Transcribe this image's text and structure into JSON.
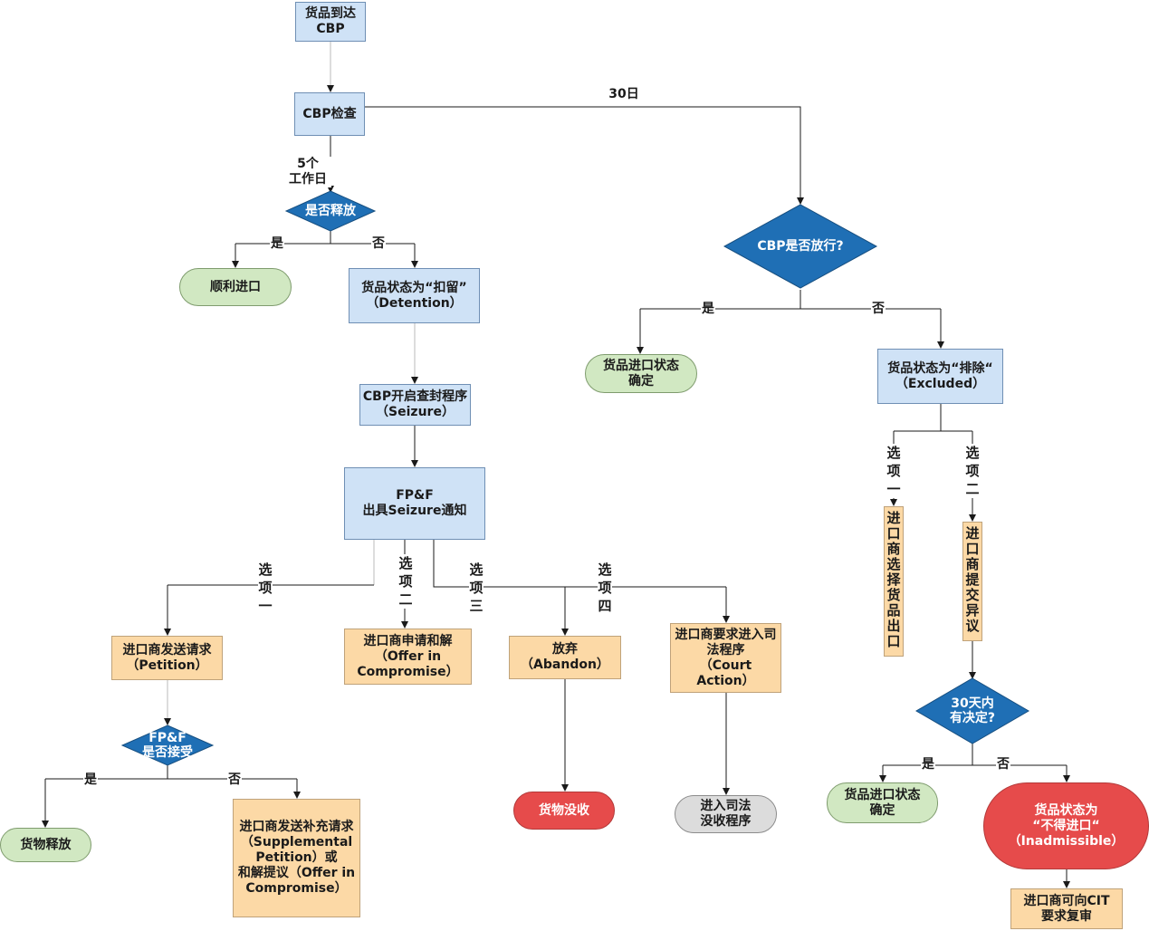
{
  "nodes": {
    "arrive": "货品到达\nCBP",
    "inspect": "CBP检查",
    "release_q": "是否释放",
    "smooth_import": "顺利进口",
    "detention": "货品状态为“扣留”\n（Detention）",
    "seizure": "CBP开启查封程序\n（Seizure）",
    "fpf_notice": "FP&F\n出具Seizure通知",
    "petition": "进口商发送请求\n（Petition）",
    "offer": "进口商申请和解\n（Offer in\nCompromise）",
    "abandon": "放弃\n（Abandon）",
    "court": "进口商要求进入司\n法程序\n（Court\nAction）",
    "fpf_accept_q": "FP&F\n是否接受",
    "goods_released": "货物释放",
    "supplemental": "进口商发送补充请求\n（Supplemental\nPetition）或\n和解提议（Offer in\nCompromise）",
    "forfeit": "货物没收",
    "judicial_forfeit": "进入司法\n没收程序",
    "cbp_release_q": "CBP是否放行?",
    "import_confirmed_1": "货品进口状态\n确定",
    "excluded": "货品状态为“排除“\n（Excluded）",
    "export_choice": "进口商选择货品出口",
    "protest": "进口商提交异议",
    "decision_30_q": "30天内\n有决定?",
    "import_confirmed_2": "货品进口状态\n确定",
    "inadmissible": "货品状态为\n“不得进口“\n（Inadmissible）",
    "cit_review": "进口商可向CIT\n要求复审"
  },
  "edge_labels": {
    "days_30": "30日",
    "five_days": "5个\n工作日",
    "yes_1": "是",
    "no_1": "否",
    "yes_2": "是",
    "no_2": "否",
    "option_1": "选项一",
    "option_2": "选项二",
    "option_3": "选项三",
    "option_4": "选项四",
    "yes_3": "是",
    "no_3": "否",
    "ex_option_1": "选项一",
    "ex_option_2": "选项二",
    "yes_4": "是",
    "no_4": "否"
  },
  "colors": {
    "process_blue": "#cfe2f6",
    "decision_blue": "#1f6fb5",
    "action_tan": "#fcd9a6",
    "terminal_green": "#d1e8c2",
    "terminal_red": "#e64b4b",
    "terminal_grey": "#dcdcdc",
    "line": "#1a1a1a"
  }
}
